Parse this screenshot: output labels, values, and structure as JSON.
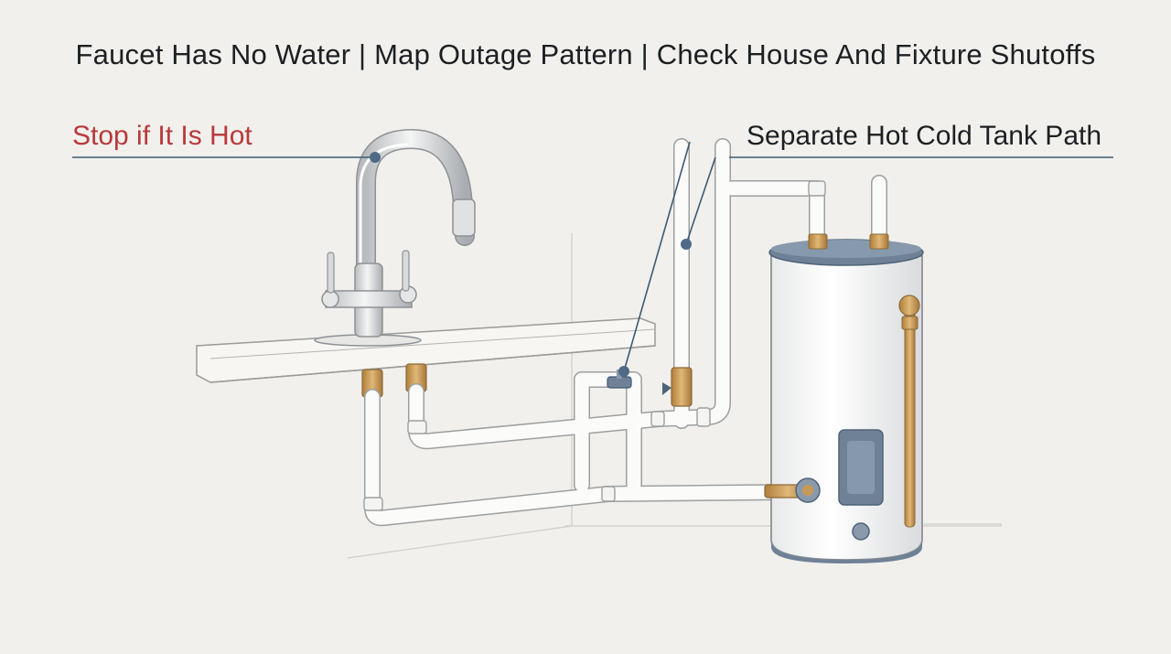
{
  "title": "Faucet Has No Water | Map Outage Pattern | Check House And Fixture Shutoffs",
  "callouts": {
    "hot_stop": "Stop if It Is Hot",
    "tank_path": "Separate Hot Cold Tank Path"
  },
  "colors": {
    "background": "#f1f0ec",
    "hot_callout": "#b8393c",
    "leader_line": "#3d5a75",
    "brass": "#c89a55",
    "tank_band": "#6f8196"
  }
}
